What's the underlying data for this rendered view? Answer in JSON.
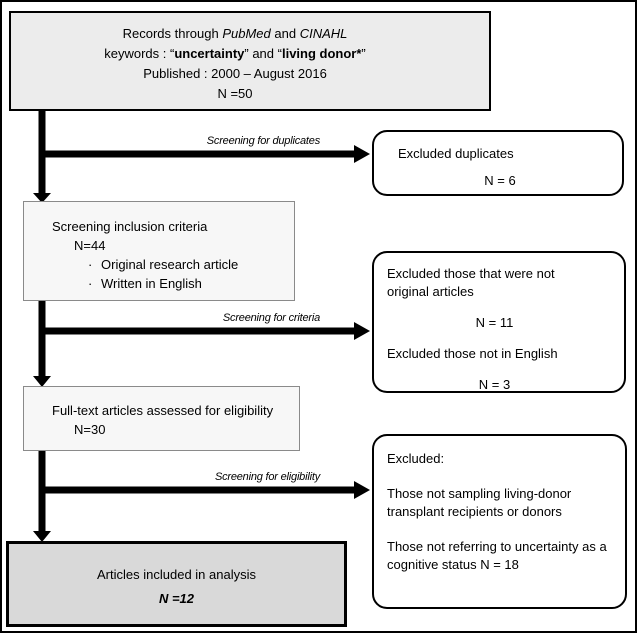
{
  "diagram": {
    "records_box": {
      "line1_parts": [
        "Records through ",
        "PubMed",
        " and ",
        "CINAHL"
      ],
      "line2_parts": [
        "keywords : “",
        "uncertainty",
        "” and “",
        "living donor*",
        "”"
      ],
      "published_line": "Published : 2000 – August 2016",
      "n_line": "N =50"
    },
    "branch_labels": [
      "Screening for duplicates",
      "Screening for criteria",
      "Screening for eligibility"
    ],
    "excluded_duplicates_box": {
      "line": "Excluded duplicates",
      "n": "N = 6"
    },
    "screening_criteria_box": {
      "title": "Screening inclusion criteria",
      "n": "N=44",
      "bullet_marker": "·",
      "bullets": [
        "Original research article",
        "Written in English"
      ]
    },
    "excluded_criteria_box": {
      "line1": "Excluded those that were not original articles",
      "n1": "N = 11",
      "line2": "Excluded those not in English",
      "n2": "N = 3"
    },
    "fulltext_box": {
      "title": "Full-text articles assessed for eligibility",
      "n": "N=30"
    },
    "excluded_eligibility_box": {
      "title": "Excluded:",
      "para1": "Those not sampling living-donor transplant recipients or donors",
      "para2": "Those not referring to uncertainty as a cognitive status N = 18"
    },
    "included_box": {
      "title": "Articles included in analysis",
      "n": "N =12"
    }
  }
}
